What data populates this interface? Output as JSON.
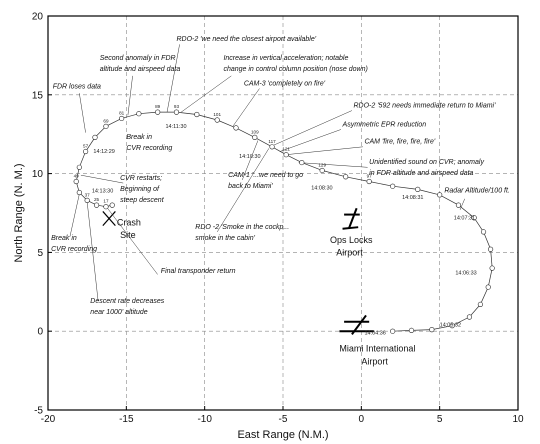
{
  "chart_data": {
    "type": "scatter",
    "xlabel": "East Range (N.M.)",
    "ylabel": "North Range (N. M.)",
    "xlim": [
      -20,
      10
    ],
    "ylim": [
      -5,
      20
    ],
    "x_ticks": [
      "-20",
      "-15",
      "-10",
      "-5",
      "0",
      "5",
      "10"
    ],
    "y_ticks": [
      "-5",
      "0",
      "5",
      "10",
      "15",
      "20"
    ],
    "grid": true,
    "series": [
      {
        "points": [
          [
            2.0,
            0.0
          ],
          [
            3.2,
            0.05
          ],
          [
            4.5,
            0.1
          ],
          [
            5.8,
            0.35
          ],
          [
            6.9,
            0.9
          ],
          [
            7.6,
            1.7
          ],
          [
            8.1,
            2.8
          ],
          [
            8.35,
            4.0
          ],
          [
            8.25,
            5.2
          ],
          [
            7.8,
            6.3
          ],
          [
            7.2,
            7.2
          ],
          [
            6.2,
            8.0
          ],
          [
            5.0,
            8.65
          ],
          [
            3.6,
            9.0
          ],
          [
            2.0,
            9.2
          ],
          [
            0.5,
            9.5
          ],
          [
            -1.0,
            9.8
          ],
          [
            -2.5,
            10.2
          ],
          [
            -3.8,
            10.7
          ],
          [
            -4.8,
            11.2
          ],
          [
            -5.7,
            11.7
          ],
          [
            -6.8,
            12.3
          ],
          [
            -8.0,
            12.9
          ],
          [
            -9.2,
            13.4
          ],
          [
            -10.5,
            13.75
          ],
          [
            -11.8,
            13.9
          ],
          [
            -13.0,
            13.9
          ],
          [
            -14.2,
            13.8
          ],
          [
            -15.3,
            13.5
          ],
          [
            -16.3,
            13.0
          ],
          [
            -17.0,
            12.3
          ],
          [
            -17.6,
            11.4
          ],
          [
            -18.0,
            10.4
          ],
          [
            -18.2,
            9.5
          ],
          [
            -18.0,
            8.8
          ],
          [
            -17.5,
            8.3
          ],
          [
            -16.9,
            8.0
          ],
          [
            -16.3,
            7.9
          ],
          [
            -15.9,
            8.0
          ]
        ]
      }
    ],
    "point_labels": [
      "17",
      "25",
      "37",
      "49",
      "57",
      "69",
      "81",
      "89",
      "93",
      "101",
      "109",
      "117",
      "121",
      "129",
      "97"
    ],
    "time_labels": [
      {
        "text": "14:11:30",
        "x": -12.5,
        "y": 12.9
      },
      {
        "text": "14:12:29",
        "x": -17.1,
        "y": 11.3
      },
      {
        "text": "14:10:30",
        "x": -7.8,
        "y": 11.0
      },
      {
        "text": "14:13:30",
        "x": -17.2,
        "y": 8.8
      },
      {
        "text": "14:08:30",
        "x": -3.2,
        "y": 9.0
      },
      {
        "text": "14:08:31",
        "x": 2.6,
        "y": 8.4
      },
      {
        "text": "14:07:31",
        "x": 5.9,
        "y": 7.1
      },
      {
        "text": "14:06:33",
        "x": 6.0,
        "y": 3.6
      },
      {
        "text": "14:05:32",
        "x": 5.0,
        "y": 0.3
      },
      {
        "text": "14:04:36",
        "x": 0.2,
        "y": -0.2
      }
    ],
    "annotations": [
      {
        "text": "RDO-2 'we need the closest airport available'",
        "x": -11.8,
        "y": 18.4
      },
      {
        "text": "Second anomaly in FDR",
        "x": -16.7,
        "y": 17.2
      },
      {
        "text": "altitude and airspeed data",
        "x": -16.7,
        "y": 16.5
      },
      {
        "text": "Increase in vertical acceleration; notable",
        "x": -8.8,
        "y": 17.2
      },
      {
        "text": "change in control column position (nose down)",
        "x": -8.8,
        "y": 16.5
      },
      {
        "text": "FDR loses data",
        "x": -19.7,
        "y": 15.4
      },
      {
        "text": "CAM-3 'completely on fire'",
        "x": -7.5,
        "y": 15.6
      },
      {
        "text": "RDO-2 '592 needs immediate return to Miami'",
        "x": -0.5,
        "y": 14.2
      },
      {
        "text": "Asymmetric EPR reduction",
        "x": -1.2,
        "y": 13.0
      },
      {
        "text": "Break in",
        "x": -15.0,
        "y": 12.2
      },
      {
        "text": "CVR recording",
        "x": -15.0,
        "y": 11.5
      },
      {
        "text": "CAM 'fire, fire, fire, fire'",
        "x": 0.2,
        "y": 11.9
      },
      {
        "text": "Unidentified sound on CVR; anomaly",
        "x": 0.5,
        "y": 10.6
      },
      {
        "text": "in FDR altitude and airspeed data",
        "x": 0.5,
        "y": 9.9
      },
      {
        "text": "CAM-1 '...we need to go",
        "x": -8.5,
        "y": 9.8
      },
      {
        "text": "back to Miami'",
        "x": -8.5,
        "y": 9.1
      },
      {
        "text": "CVR restarts;",
        "x": -15.4,
        "y": 9.6
      },
      {
        "text": "Beginning of",
        "x": -15.4,
        "y": 8.9
      },
      {
        "text": "steep descent",
        "x": -15.4,
        "y": 8.2
      },
      {
        "text": "Radar Altitude/100 ft.",
        "x": 5.3,
        "y": 8.8
      },
      {
        "text": "RDO -2 'Smoke in the cockp...",
        "x": -10.6,
        "y": 6.5
      },
      {
        "text": "smoke in the cabin'",
        "x": -10.6,
        "y": 5.8
      },
      {
        "text": "Break in",
        "x": -19.8,
        "y": 5.8
      },
      {
        "text": "CVR recording",
        "x": -19.8,
        "y": 5.1
      },
      {
        "text": "Final transponder return",
        "x": -12.8,
        "y": 3.7
      },
      {
        "text": "Descent rate decreases",
        "x": -17.3,
        "y": 1.8
      },
      {
        "text": "near 1000' altitude",
        "x": -17.3,
        "y": 1.1
      }
    ],
    "places": [
      {
        "name": "Crash",
        "x": -15.6,
        "y": 6.7
      },
      {
        "name": "Site",
        "x": -15.4,
        "y": 5.9
      },
      {
        "name": "Ops Locks",
        "x": -2.0,
        "y": 5.6
      },
      {
        "name": "Airport",
        "x": -1.6,
        "y": 4.8
      },
      {
        "name": "Miami International",
        "x": -1.4,
        "y": -1.3
      },
      {
        "name": "Airport",
        "x": 0.0,
        "y": -2.1
      }
    ]
  }
}
